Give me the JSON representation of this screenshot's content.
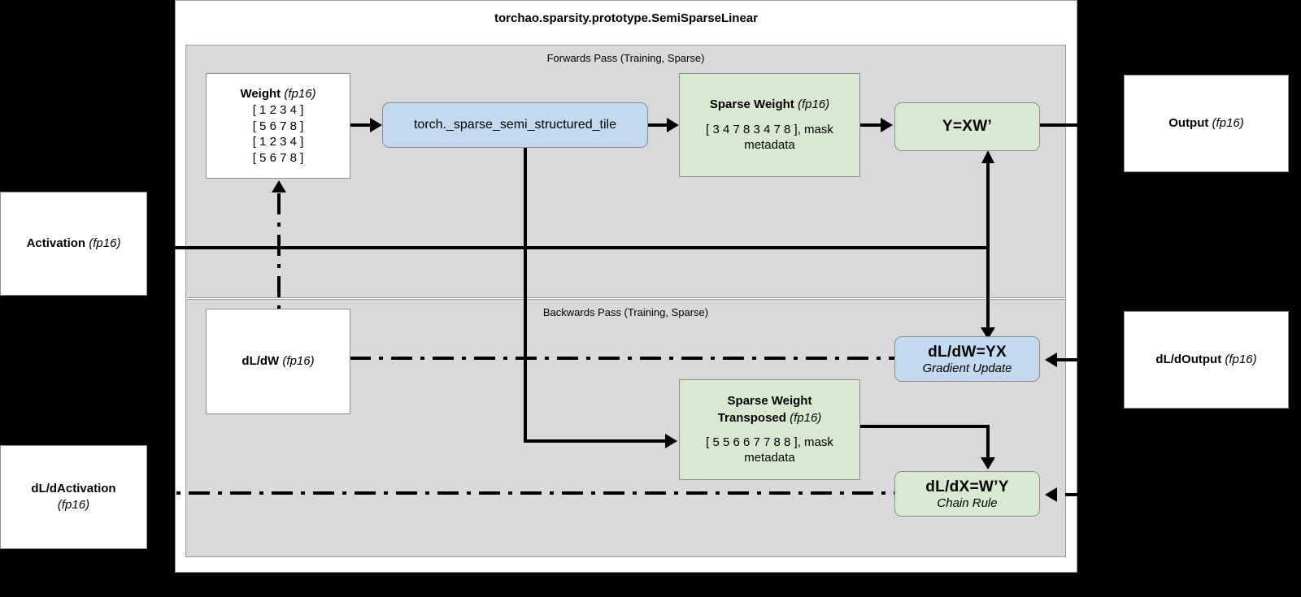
{
  "diagram": {
    "title": "torchao.sparsity.prototype.SemiSparseLinear",
    "forward_panel_label": "Forwards Pass (Training, Sparse)",
    "backward_panel_label": "Backwards Pass (Training, Sparse)"
  },
  "nodes": {
    "weight": {
      "title": "Weight",
      "dtype": "(fp16)",
      "rows": [
        "[ 1 2 3 4 ]",
        "[ 5 6 7 8 ]",
        "[ 1 2 3 4 ]",
        "[ 5 6 7 8 ]"
      ]
    },
    "tile_op": {
      "label": "torch._sparse_semi_structured_tile"
    },
    "sparse_weight": {
      "title": "Sparse Weight",
      "dtype": "(fp16)",
      "detail": "[ 3 4 7 8 3 4 7 8 ], mask metadata"
    },
    "forward_matmul": {
      "label": "Y=XW’"
    },
    "output": {
      "title": "Output",
      "dtype": "(fp16)"
    },
    "activation": {
      "title": "Activation",
      "dtype": "(fp16)"
    },
    "dl_dw": {
      "title": "dL/dW",
      "dtype": "(fp16)"
    },
    "sparse_weight_transposed": {
      "title_line1": "Sparse Weight",
      "title_line2": "Transposed",
      "dtype": "(fp16)",
      "detail": "[ 5 5 6 6 7 7 8 8 ], mask metadata"
    },
    "grad_weight": {
      "label": "dL/dW=YX",
      "caption": "Gradient Update"
    },
    "grad_input": {
      "label": "dL/dX=W’Y",
      "caption": "Chain Rule"
    },
    "dl_doutput": {
      "title": "dL/dOutput",
      "dtype": "(fp16)"
    },
    "dl_dactivation": {
      "title_line1": "dL/dActivation",
      "title_line2": "(fp16)"
    }
  },
  "colors": {
    "panel_gray": "#d9d9d9",
    "green_node": "#d9e8d0",
    "blue_node": "#c2d9ef",
    "white_node": "#ffffff",
    "edge": "#000000"
  }
}
